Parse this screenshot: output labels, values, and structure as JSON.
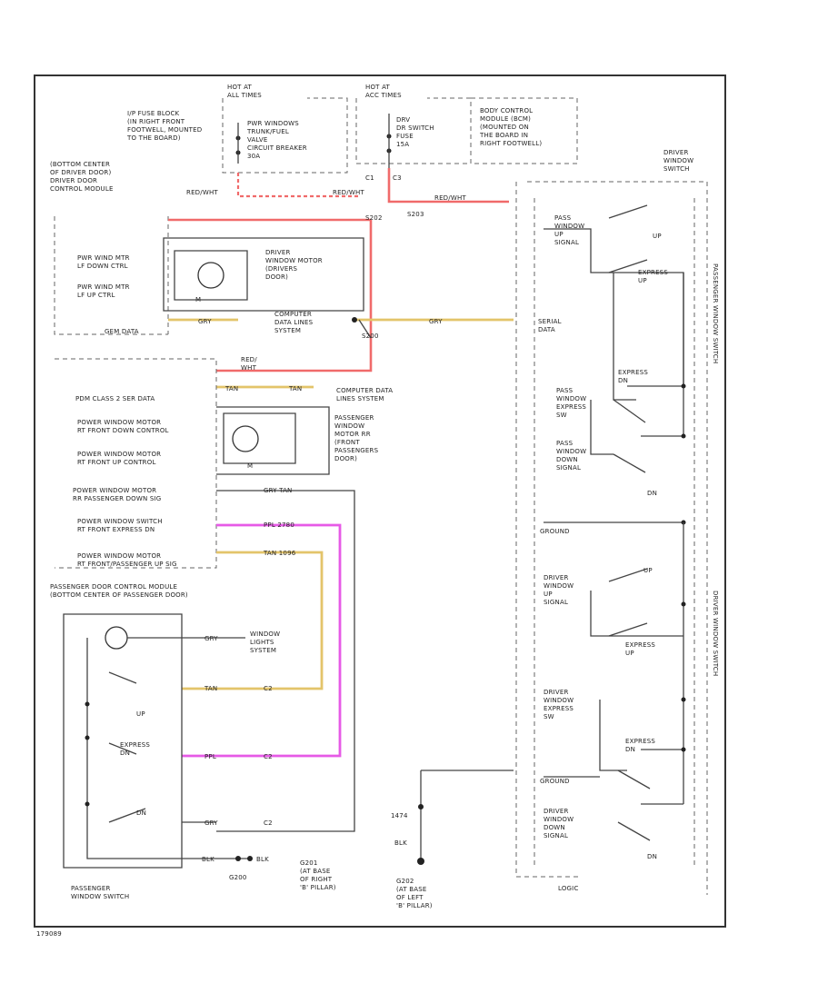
{
  "labels": {
    "hot_run": "HOT AT\nALL TIMES",
    "hot_acc": "HOT AT\nACC TIMES",
    "fuse_block": "I/P FUSE BLOCK\n(IN RIGHT FRONT\nFOOTWELL, MOUNTED\nTO THE BOARD)",
    "pwr_win_cb": "PWR WINDOWS\nTRUNK/FUEL\nVALVE\nCIRCUIT BREAKER\n30A",
    "bcm_fuse": "DRV\nDR SWITCH\nFUSE\n15A",
    "bcm_note": "BODY CONTROL\nMODULE (BCM)\n(MOUNTED ON\nTHE BOARD IN\nRIGHT FOOTWELL)",
    "driver_window_switch": "DRIVER\nWINDOW\nSWITCH",
    "driver_door_module": "(BOTTOM CENTER\nOF DRIVER DOOR)\nDRIVER DOOR\nCONTROL MODULE",
    "redwht_1": "RED/WHT",
    "redwht_2": "RED/WHT",
    "redwht_3": "RED/WHT",
    "c1": "C1",
    "c3": "C3",
    "s203": "S203",
    "s202": "S202",
    "driver_motor": "DRIVER\nWINDOW MOTOR\n(DRIVERS\nDOOR)",
    "pwr_win_lf_dn": "PWR WIND MTR\nLF DOWN CTRL",
    "pwr_win_lf_up": "PWR WIND MTR\nLF UP CTRL",
    "m_label_1": "M",
    "m_label_2": "M",
    "gem_data": "GEM DATA",
    "computer_data_1": "COMPUTER\nDATA LINES\nSYSTEM",
    "serial_data": "SERIAL\nDATA",
    "gry_1": "GRY",
    "gry_2": "GRY",
    "s200": "S200",
    "c2_redwht": "RED/\nWHT",
    "tan_1": "TAN",
    "tan_2": "TAN",
    "pwr_class2": "PDM CLASS 2 SER DATA",
    "computer_data_2": "COMPUTER DATA\nLINES SYSTEM",
    "pwr_win_rf_dn": "POWER WINDOW MOTOR\nRT FRONT DOWN CONTROL",
    "pwr_win_rf_up": "POWER WINDOW MOTOR\nRT FRONT UP CONTROL",
    "pass_motor": "PASSENGER\nWINDOW\nMOTOR RR\n(FRONT\nPASSENGERS\nDOOR)",
    "pwr_win_pass_dn": "POWER WINDOW MOTOR\nRR PASSENGER DOWN SIG",
    "pwr_sw_rf_exp": "POWER WINDOW SWITCH\nRT FRONT EXPRESS DN",
    "pwr_win_pass_up": "POWER WINDOW MOTOR\nRT FRONT/PASSENGER UP SIG",
    "gry_tan": "GRY  TAN",
    "ppl_blk": "PPL  2780",
    "tan_blk": "TAN  1096",
    "pass_door_module": "PASSENGER DOOR CONTROL MODULE\n(BOTTOM CENTER OF PASSENGER DOOR)",
    "gry_3": "GRY",
    "window_lights": "WINDOW\nLIGHTS\nSYSTEM",
    "tan_3": "TAN",
    "c_tan": "C2",
    "ppl_2": "PPL",
    "c_ppl": "C2",
    "gry_4": "GRY",
    "c_gry": "C2",
    "up_1": "UP",
    "express_1": "EXPRESS\nDN",
    "dn_1": "DN",
    "pass_switch": "PASSENGER\nWINDOW SWITCH",
    "blk_1": "BLK",
    "blk_2": "BLK",
    "g201": "G201\n(AT BASE\nOF RIGHT\n'B' PILLAR)",
    "g200": "G200",
    "g202": "G202\n(AT BASE\nOF LEFT\n'B' PILLAR)",
    "c_1474": "1474",
    "blk_3": "BLK",
    "pass_wind_up": "PASS\nWINDOW\nUP\nSIGNAL",
    "up_2": "UP",
    "express_2": "EXPRESS\nUP",
    "express_3": "EXPRESS\nDN",
    "pass_exp_sw": "PASS\nWINDOW\nEXPRESS\nSW",
    "pass_wind_dn": "PASS\nWINDOW\nDOWN\nSIGNAL",
    "dn_2": "DN",
    "ground_1": "GROUND",
    "driver_wind_up": "DRIVER\nWINDOW\nUP\nSIGNAL",
    "up_3": "UP",
    "express_4": "EXPRESS\nUP",
    "driver_exp_sw": "DRIVER\nWINDOW\nEXPRESS\nSW",
    "express_5": "EXPRESS\nDN",
    "ground_2": "GROUND",
    "driver_wind_dn": "DRIVER\nWINDOW\nDOWN\nSIGNAL",
    "dn_3": "DN",
    "logic": "LOGIC",
    "side_label_1": "PASSENGER WINDOW SWITCH",
    "side_label_2": "DRIVER WINDOW SWITCH",
    "footer": "179089"
  }
}
